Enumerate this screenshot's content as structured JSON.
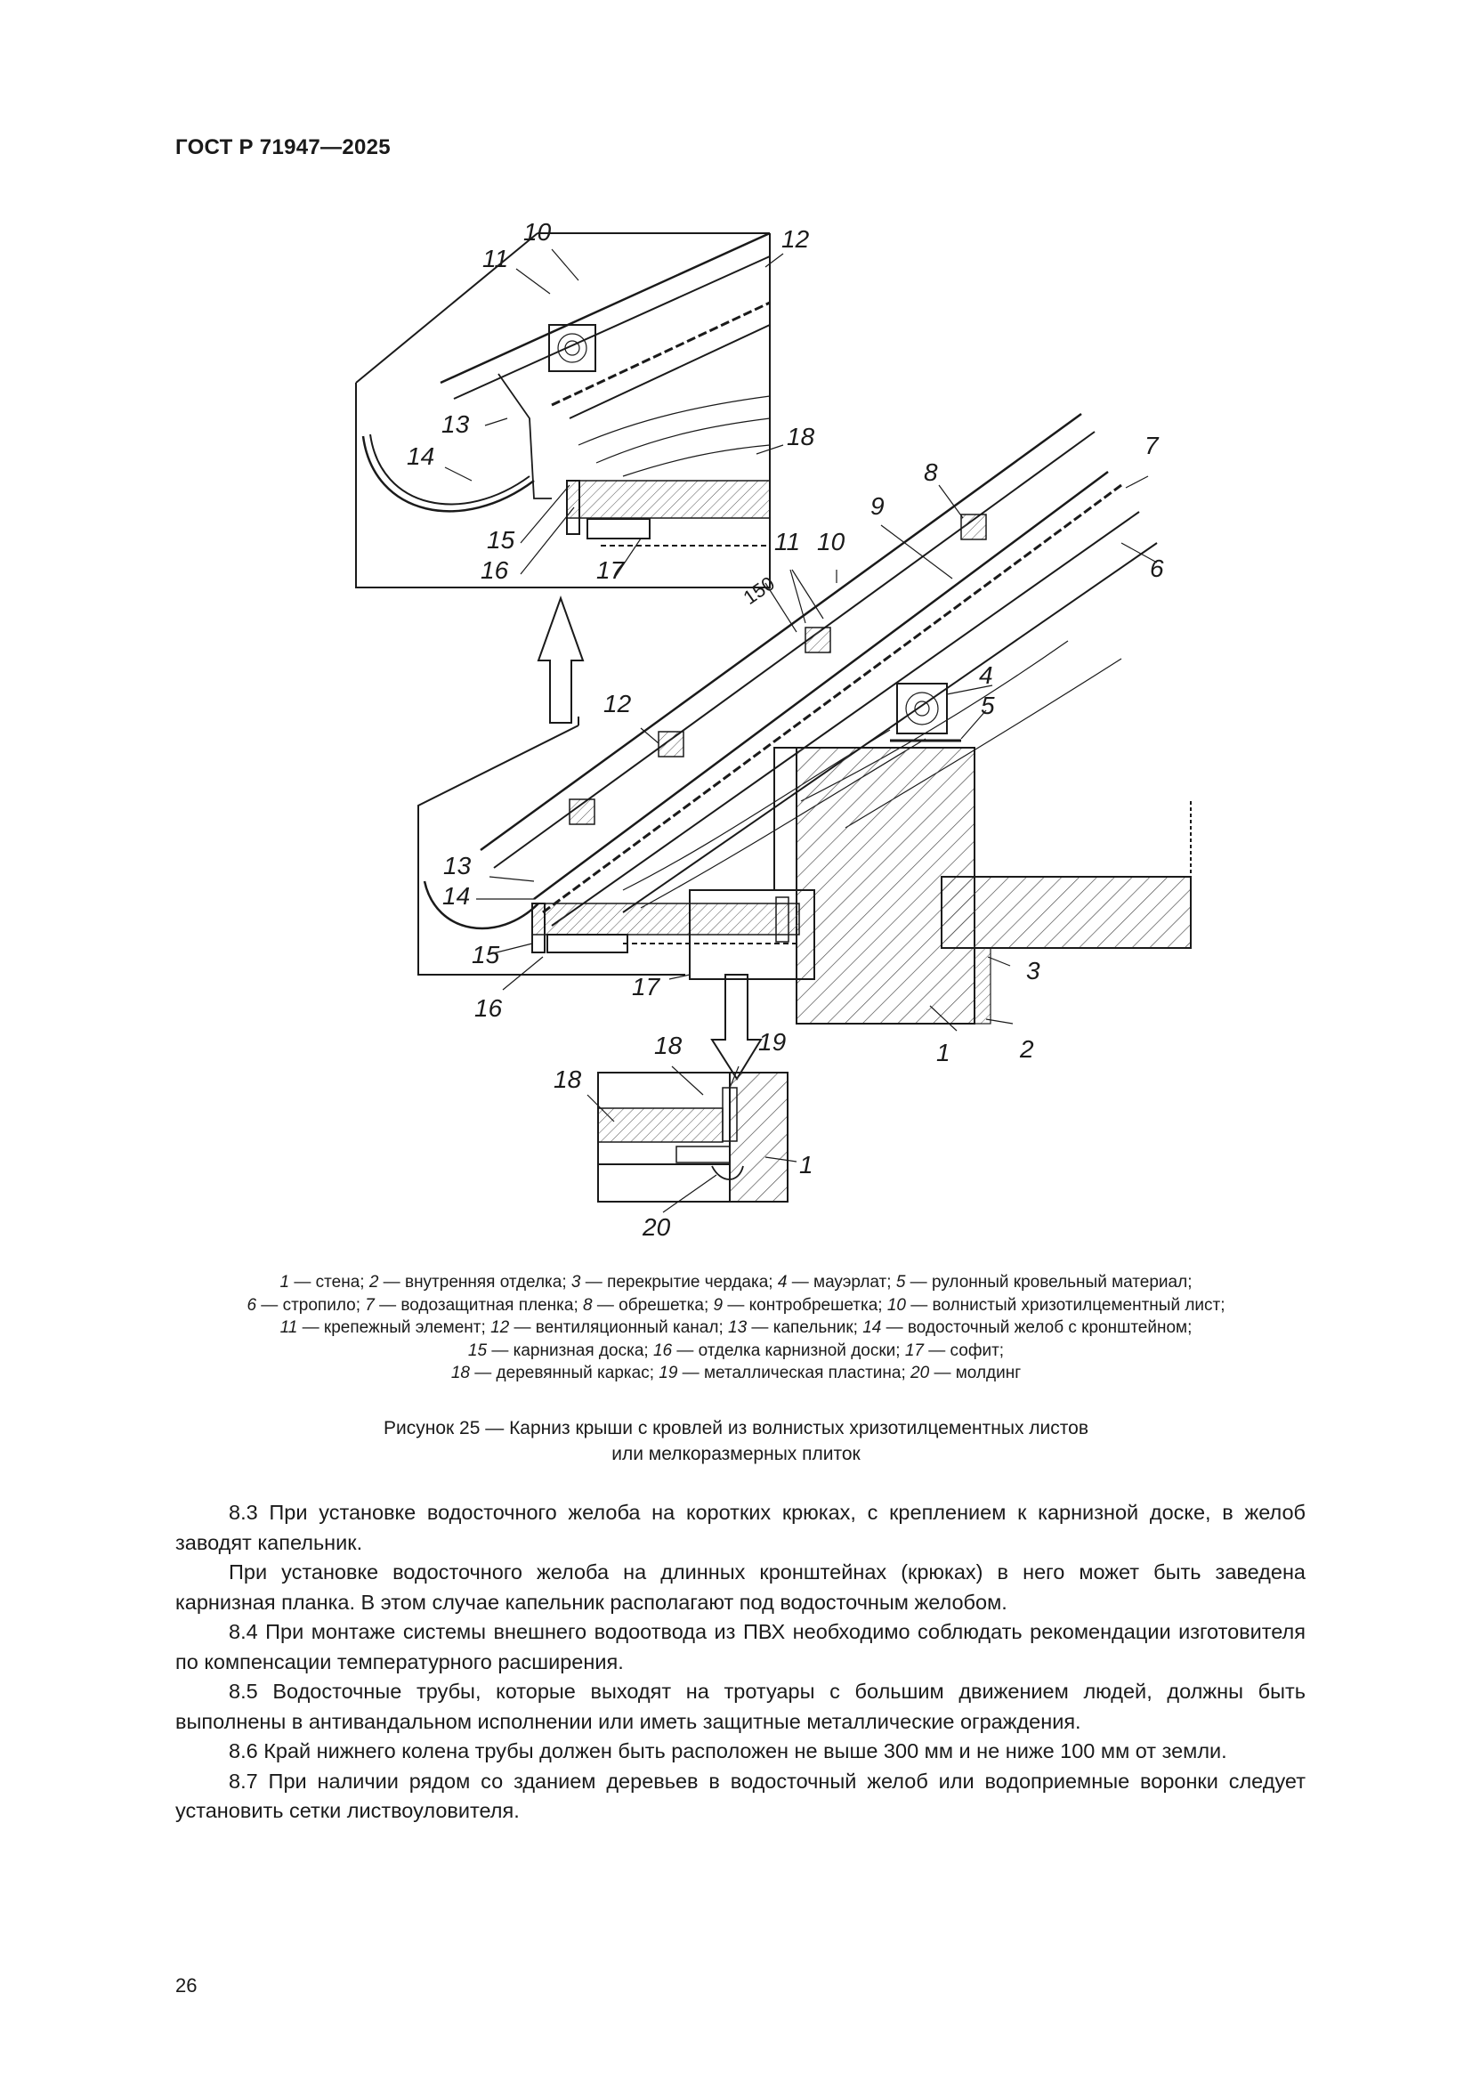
{
  "header": {
    "doc_id": "ГОСТ Р 71947—2025"
  },
  "figure": {
    "callouts": [
      "1",
      "2",
      "3",
      "4",
      "5",
      "6",
      "7",
      "8",
      "9",
      "10",
      "11",
      "12",
      "13",
      "14",
      "15",
      "16",
      "17",
      "18",
      "19",
      "20"
    ],
    "dimension": "150",
    "legend": [
      [
        [
          "1",
          "стена"
        ],
        [
          "2",
          "внутренняя отделка"
        ],
        [
          "3",
          "перекрытие чердака"
        ],
        [
          "4",
          "мауэрлат"
        ],
        [
          "5",
          "рулонный кровельный материал"
        ]
      ],
      [
        [
          "6",
          "стропило"
        ],
        [
          "7",
          "водозащитная пленка"
        ],
        [
          "8",
          "обрешетка"
        ],
        [
          "9",
          "контробрешетка"
        ],
        [
          "10",
          "волнистый хризотилцементный лист"
        ]
      ],
      [
        [
          "11",
          "крепежный элемент"
        ],
        [
          "12",
          "вентиляционный канал"
        ],
        [
          "13",
          "капельник"
        ],
        [
          "14",
          "водосточный желоб с кронштейном"
        ]
      ],
      [
        [
          "15",
          "карнизная доска"
        ],
        [
          "16",
          "отделка карнизной доски"
        ],
        [
          "17",
          "софит"
        ]
      ],
      [
        [
          "18",
          "деревянный каркас"
        ],
        [
          "19",
          "металлическая пластина"
        ],
        [
          "20",
          "молдинг"
        ]
      ]
    ],
    "caption": {
      "line1": "Рисунок 25 — Карниз крыши с кровлей из волнистых хризотилцементных листов",
      "line2": "или мелкоразмерных плиток"
    }
  },
  "paragraphs": [
    "8.3 При установке водосточного желоба на коротких крюках, с креплением к карнизной доске, в желоб заводят капельник.",
    "При установке водосточного желоба на длинных кронштейнах (крюках) в него может быть заведена карнизная планка. В этом случае капельник располагают под водосточным желобом.",
    "8.4 При монтаже системы внешнего водоотвода из ПВХ необходимо соблюдать рекомендации изготовителя по компенсации температурного расширения.",
    "8.5 Водосточные трубы, которые выходят на тротуары с большим движением людей, должны быть выполнены в антивандальном исполнении или иметь защитные металлические ограждения.",
    "8.6 Край нижнего колена трубы должен быть расположен не выше 300 мм и не ниже 100 мм от земли.",
    "8.7 При наличии рядом со зданием деревьев в водосточный желоб или водоприемные воронки следует установить сетки листвоуловителя."
  ],
  "page_number": "26"
}
